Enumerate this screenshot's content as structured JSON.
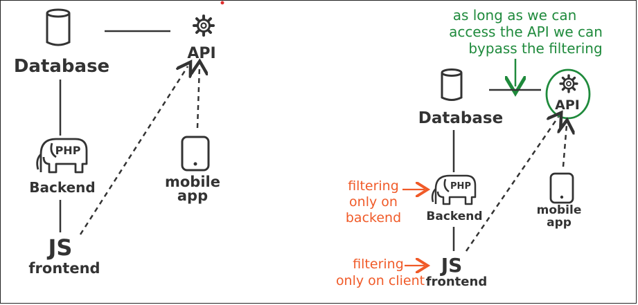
{
  "colors": {
    "ink": "#333333",
    "note_green": "#1f8a3c",
    "note_orange": "#f05a28",
    "red_dot": "#e03030"
  },
  "left_diagram": {
    "database_label": "Database",
    "api_label": "API",
    "backend_label": "Backend",
    "php_text": "PHP",
    "mobile_label_1": "mobile",
    "mobile_label_2": "app",
    "js_text": "JS",
    "frontend_label": "frontend"
  },
  "right_diagram": {
    "database_label": "Database",
    "api_label": "API",
    "backend_label": "Backend",
    "php_text": "PHP",
    "mobile_label_1": "mobile",
    "mobile_label_2": "app",
    "js_text": "JS",
    "frontend_label": "frontend",
    "api_note": [
      "as long as we can",
      "access the API we can",
      "bypass  the filtering"
    ],
    "backend_note": [
      "filtering",
      "only on",
      "backend"
    ],
    "frontend_note": [
      "filtering",
      "only on client"
    ]
  }
}
